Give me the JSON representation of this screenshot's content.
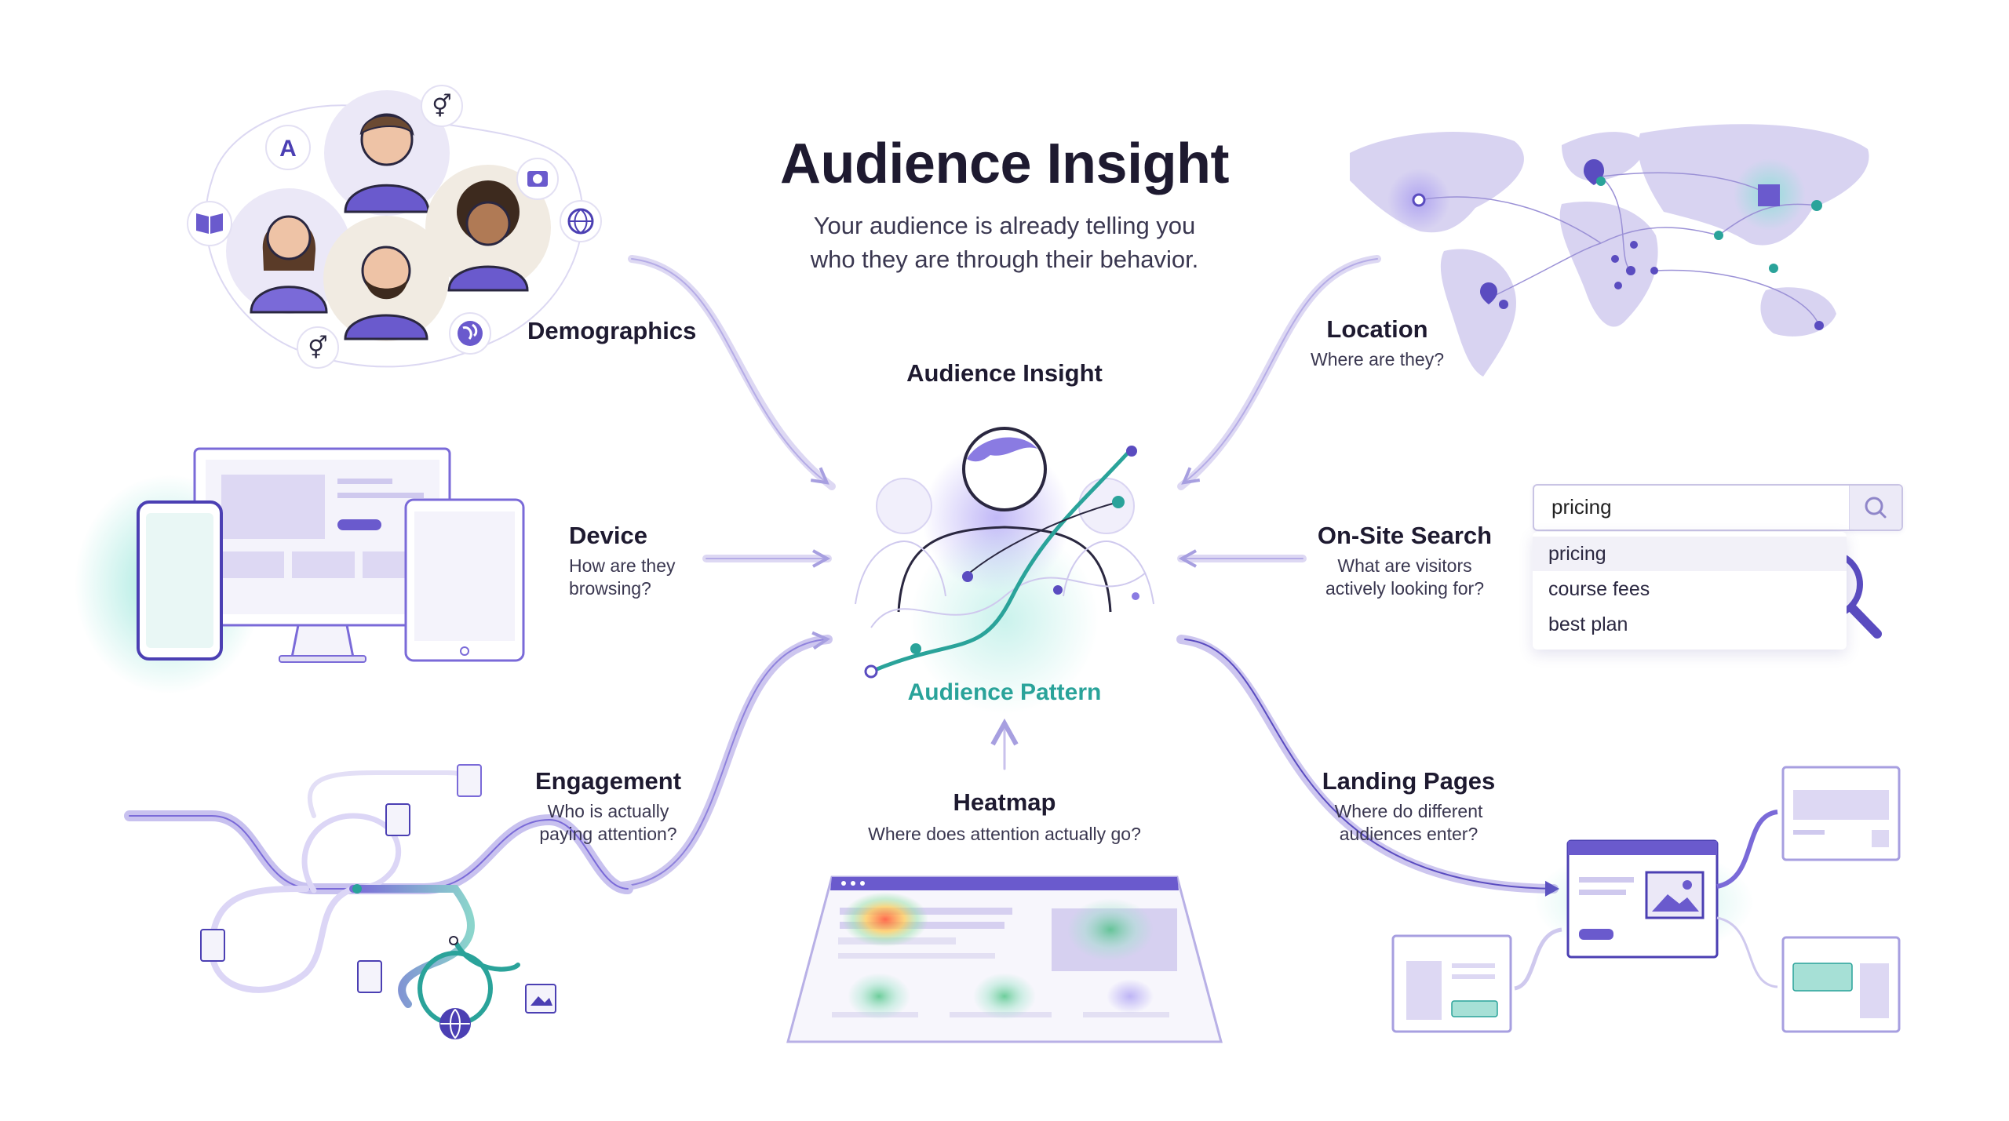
{
  "title": "Audience Insight",
  "subtitle_line1": "Your audience is already telling you",
  "subtitle_line2": "who they are through their behavior.",
  "center": {
    "label": "Audience Insight",
    "pattern_label": "Audience Pattern"
  },
  "demographics": {
    "label": "Demographics"
  },
  "device": {
    "label": "Device",
    "desc_line1": "How are they",
    "desc_line2": "browsing?"
  },
  "engagement": {
    "label": "Engagement",
    "desc_line1": "Who is actually",
    "desc_line2": "paying attention?"
  },
  "heatmap": {
    "label": "Heatmap",
    "desc": "Where does attention actually go?"
  },
  "location": {
    "label": "Location",
    "desc": "Where are they?"
  },
  "onsite_search": {
    "label": "On-Site Search",
    "desc_line1": "What are visitors",
    "desc_line2": "actively looking for?",
    "query": "pricing",
    "suggestions": [
      "pricing",
      "course fees",
      "best plan"
    ]
  },
  "landing_pages": {
    "label": "Landing Pages",
    "desc_line1": "Where do different",
    "desc_line2": "audiences enter?"
  },
  "colors": {
    "purple": "#6a5acd",
    "lavender": "#cfc9ee",
    "teal": "#2aa39a",
    "dark": "#1e1a30"
  }
}
